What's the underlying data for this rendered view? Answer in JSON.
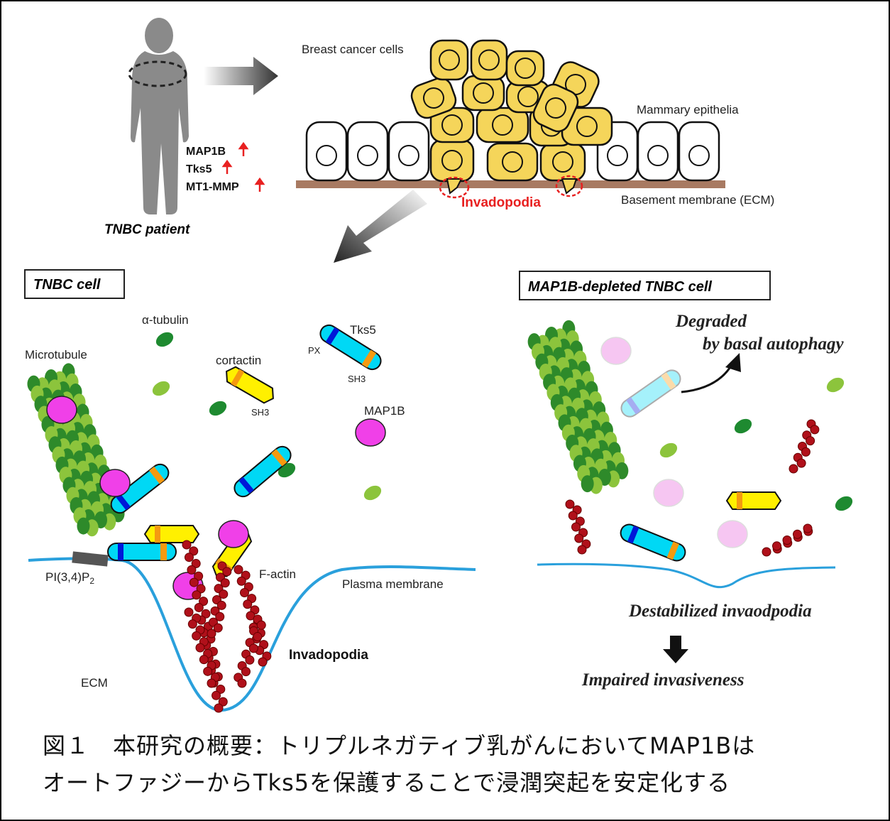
{
  "top": {
    "patient_label": "TNBC patient",
    "markers": [
      "MAP1B",
      "Tks5",
      "MT1-MMP"
    ],
    "breast_cancer_cells": "Breast cancer cells",
    "mammary_epithelia": "Mammary epithelia",
    "basement_membrane": "Basement membrane (ECM)",
    "invadopodia": "Invadopodia"
  },
  "left_panel": {
    "title": "TNBC cell",
    "alpha_tubulin": "α-tubulin",
    "microtubule": "Microtubule",
    "cortactin": "cortactin",
    "cortactin_sh3": "SH3",
    "tks5": "Tks5",
    "tks5_px": "PX",
    "tks5_sh3": "SH3",
    "map1b": "MAP1B",
    "pi34p2": "PI(3,4)P",
    "pi34p2_sub": "2",
    "f_actin": "F-actin",
    "plasma_membrane": "Plasma membrane",
    "invadopodia": "Invadopodia",
    "ecm": "ECM"
  },
  "right_panel": {
    "title": "MAP1B-depleted TNBC cell",
    "degraded_line1": "Degraded",
    "degraded_line2": "by basal autophagy",
    "destabilized": "Destabilized invaodpodia",
    "impaired": "Impaired invasiveness"
  },
  "caption": {
    "line1": "図１　本研究の概要：トリプルネガティブ乳がんにおいてMAP1Bは",
    "line2": "オートファジーからTks5を保護することで浸潤突起を安定化する"
  },
  "colors": {
    "cancer_cell": "#f5d55a",
    "tks5": "#00d8f5",
    "px_domain": "#0018d8",
    "sh3_domain": "#f59a10",
    "cortactin": "#fff000",
    "map1b": "#f040e8",
    "f_actin": "#b0101a",
    "membrane": "#2aa0dc",
    "basement_membrane": "#a87a62",
    "highlight_red": "#e82020"
  }
}
